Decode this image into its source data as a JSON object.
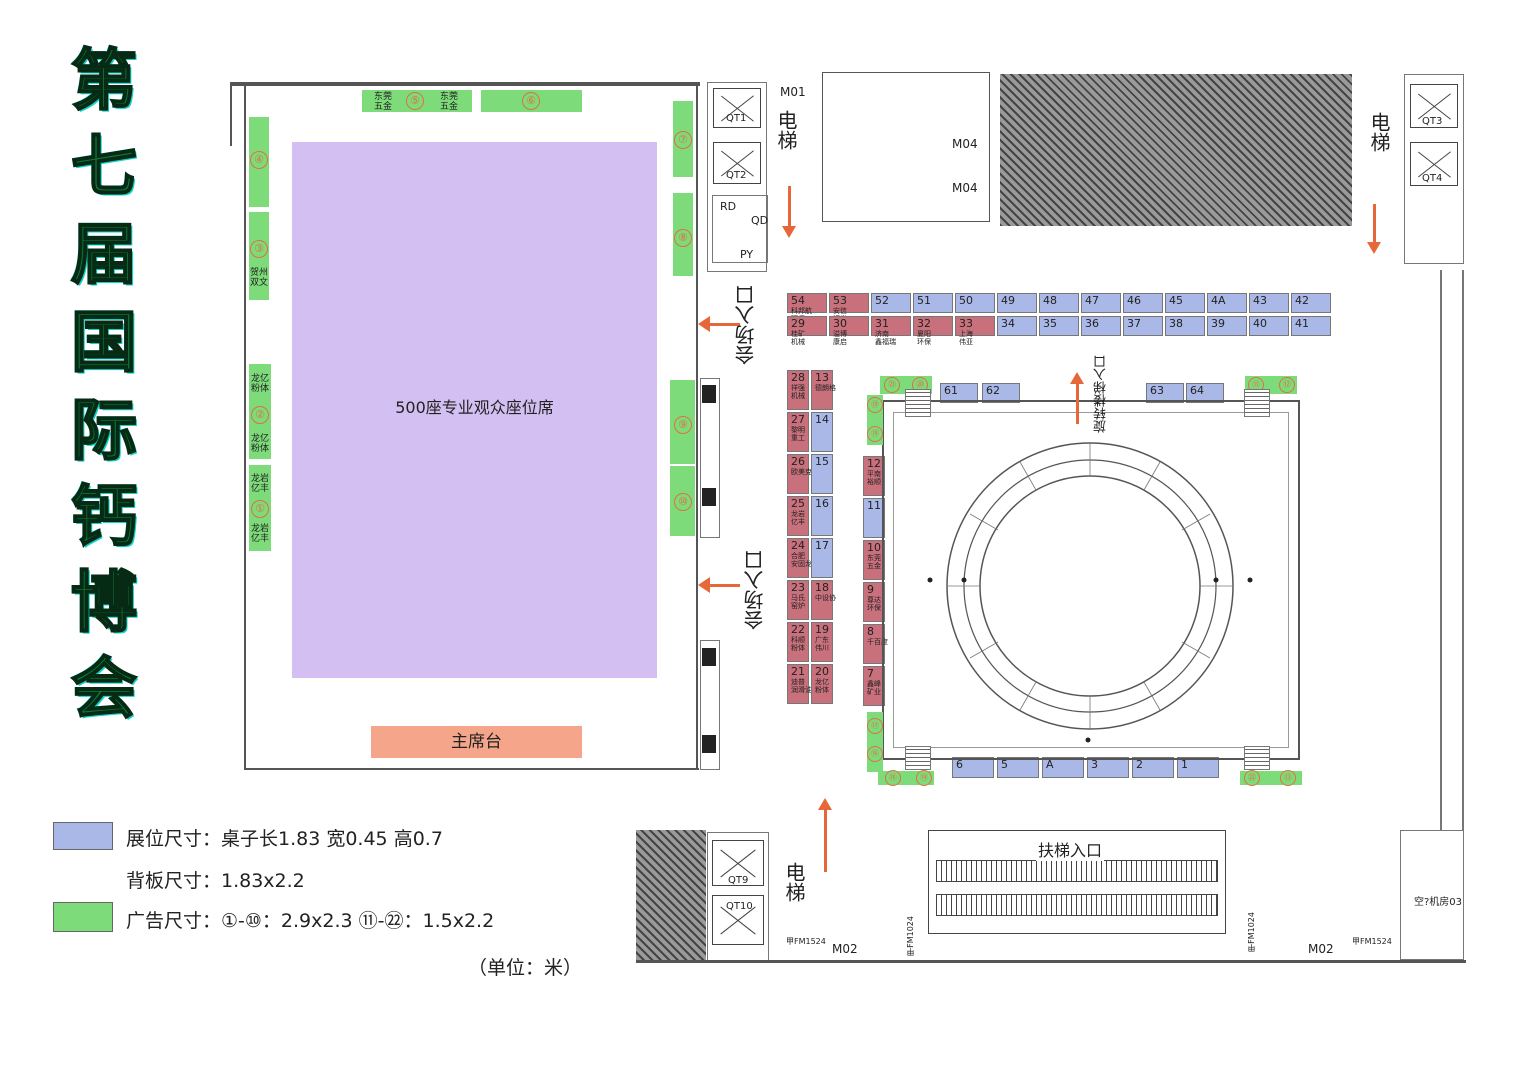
{
  "title_chars": [
    "第",
    "七",
    "届",
    "国",
    "际",
    "钙",
    "博",
    "会"
  ],
  "hall": {
    "seating_label": "500座专业观众座位席",
    "stage_label": "主席台",
    "entrance_label": "会场入口",
    "ads": [
      {
        "num": "①",
        "text": "龙岩\n亿丰"
      },
      {
        "num": "②",
        "text": "龙亿\n粉体"
      },
      {
        "num": "③",
        "text": "贺州\n双文"
      },
      {
        "num": "④",
        "text": ""
      },
      {
        "num": "⑤",
        "text": "东莞\n五金"
      },
      {
        "num": "⑥",
        "text": ""
      },
      {
        "num": "⑦",
        "text": ""
      },
      {
        "num": "⑧",
        "text": ""
      },
      {
        "num": "⑨",
        "text": ""
      },
      {
        "num": "⑩",
        "text": ""
      }
    ],
    "extra_labels": {
      "ad2_upper": "龙亿\n粉体",
      "ad1_upper": "龙岩\n亿丰",
      "ad5_right": "东莞\n五金"
    }
  },
  "rooms": {
    "elevator": "电梯",
    "m01": "M01",
    "m04a": "M04",
    "m04b": "M04",
    "rd": "RD",
    "qd": "QD",
    "py": "PY",
    "qt1": "QT1",
    "qt2": "QT2",
    "qt3": "QT3",
    "qt4": "QT4",
    "qt9": "QT9",
    "qt10": "QT10",
    "m02a": "M02",
    "m02b": "M02",
    "fm1524a": "甲FM1524",
    "fm1024a": "甲FM1024",
    "fm1024b": "甲FM1024",
    "fm1524b": "甲FM1524",
    "machine_room": "空?机房03",
    "spiral_entrance": "旋转楼梯入口",
    "escalator_entrance": "扶梯入口"
  },
  "booths_top_row1": [
    {
      "num": "54",
      "name": "科邦航\n环保",
      "color": "red"
    },
    {
      "num": "53",
      "name": "安信\n证券",
      "color": "red"
    },
    {
      "num": "52",
      "name": "",
      "color": "blue"
    },
    {
      "num": "51",
      "name": "",
      "color": "blue"
    },
    {
      "num": "50",
      "name": "",
      "color": "blue"
    },
    {
      "num": "49",
      "name": "",
      "color": "blue"
    },
    {
      "num": "48",
      "name": "",
      "color": "blue"
    },
    {
      "num": "47",
      "name": "",
      "color": "blue"
    },
    {
      "num": "46",
      "name": "",
      "color": "blue"
    },
    {
      "num": "45",
      "name": "",
      "color": "blue"
    },
    {
      "num": "4A",
      "name": "",
      "color": "blue"
    },
    {
      "num": "43",
      "name": "",
      "color": "blue"
    },
    {
      "num": "42",
      "name": "",
      "color": "blue"
    }
  ],
  "booths_top_row2": [
    {
      "num": "29",
      "name": "桂矿\n机械",
      "color": "red"
    },
    {
      "num": "30",
      "name": "溢博\n康启",
      "color": "red"
    },
    {
      "num": "31",
      "name": "济南\n鑫福瑞",
      "color": "red"
    },
    {
      "num": "32",
      "name": "夏阳\n环保",
      "color": "red"
    },
    {
      "num": "33",
      "name": "上海\n伟亚",
      "color": "red"
    },
    {
      "num": "34",
      "name": "",
      "color": "blue"
    },
    {
      "num": "35",
      "name": "",
      "color": "blue"
    },
    {
      "num": "36",
      "name": "",
      "color": "blue"
    },
    {
      "num": "37",
      "name": "",
      "color": "blue"
    },
    {
      "num": "38",
      "name": "",
      "color": "blue"
    },
    {
      "num": "39",
      "name": "",
      "color": "blue"
    },
    {
      "num": "40",
      "name": "",
      "color": "blue"
    },
    {
      "num": "41",
      "name": "",
      "color": "blue"
    }
  ],
  "booths_left_col_a": [
    {
      "num": "28",
      "name": "祥强\n机械"
    },
    {
      "num": "27",
      "name": "黎明\n重工"
    },
    {
      "num": "26",
      "name": "欧美克"
    },
    {
      "num": "25",
      "name": "龙岩\n亿丰"
    },
    {
      "num": "24",
      "name": "合肥\n安固龙"
    },
    {
      "num": "23",
      "name": "马氏\n窑炉"
    },
    {
      "num": "22",
      "name": "科顺\n粉体"
    },
    {
      "num": "21",
      "name": "迪普\n润滑油"
    }
  ],
  "booths_left_col_b": [
    {
      "num": "13",
      "name": "德朗格",
      "color": "red"
    },
    {
      "num": "14",
      "name": "",
      "color": "blue"
    },
    {
      "num": "15",
      "name": "",
      "color": "blue"
    },
    {
      "num": "16",
      "name": "",
      "color": "blue"
    },
    {
      "num": "17",
      "name": "",
      "color": "blue"
    },
    {
      "num": "18",
      "name": "中设协",
      "color": "red"
    },
    {
      "num": "19",
      "name": "广东\n伟川",
      "color": "red"
    },
    {
      "num": "20",
      "name": "龙亿\n粉体",
      "color": "red"
    }
  ],
  "booths_inner_col": [
    {
      "num": "12",
      "name": "平南\n裕顺",
      "color": "red"
    },
    {
      "num": "11",
      "name": "",
      "color": "blue"
    },
    {
      "num": "10",
      "name": "东莞\n五金",
      "color": "red"
    },
    {
      "num": "9",
      "name": "尊达\n环保",
      "color": "red"
    },
    {
      "num": "8",
      "name": "千百度",
      "color": "red"
    },
    {
      "num": "7",
      "name": "鑫峰\n矿业",
      "color": "red"
    }
  ],
  "booths_bottom": [
    "6",
    "5",
    "A",
    "3",
    "2",
    "1"
  ],
  "booths_atrium_top": [
    "61",
    "62",
    "63",
    "64"
  ],
  "small_ads": [
    "⑪",
    "⑫",
    "⑬",
    "⑭",
    "⑮",
    "⑯",
    "⑰",
    "⑱",
    "⑲",
    "⑳",
    "㉑",
    "㉒"
  ],
  "legend": {
    "booth_size": "展位尺寸：桌子长1.83 宽0.45 高0.7",
    "backboard_size": "背板尺寸：1.83x2.2",
    "ad_size": "广告尺寸：①-⑩：2.9x2.3 ⑪-㉒：1.5x2.2",
    "unit": "（单位：米）"
  },
  "colors": {
    "booth_blue": "#aab8e8",
    "booth_red": "#c8707c",
    "ad_green": "#7ddb7a",
    "seating": "#d4bff2",
    "stage": "#f4a58a",
    "arrow": "#e5673a"
  }
}
